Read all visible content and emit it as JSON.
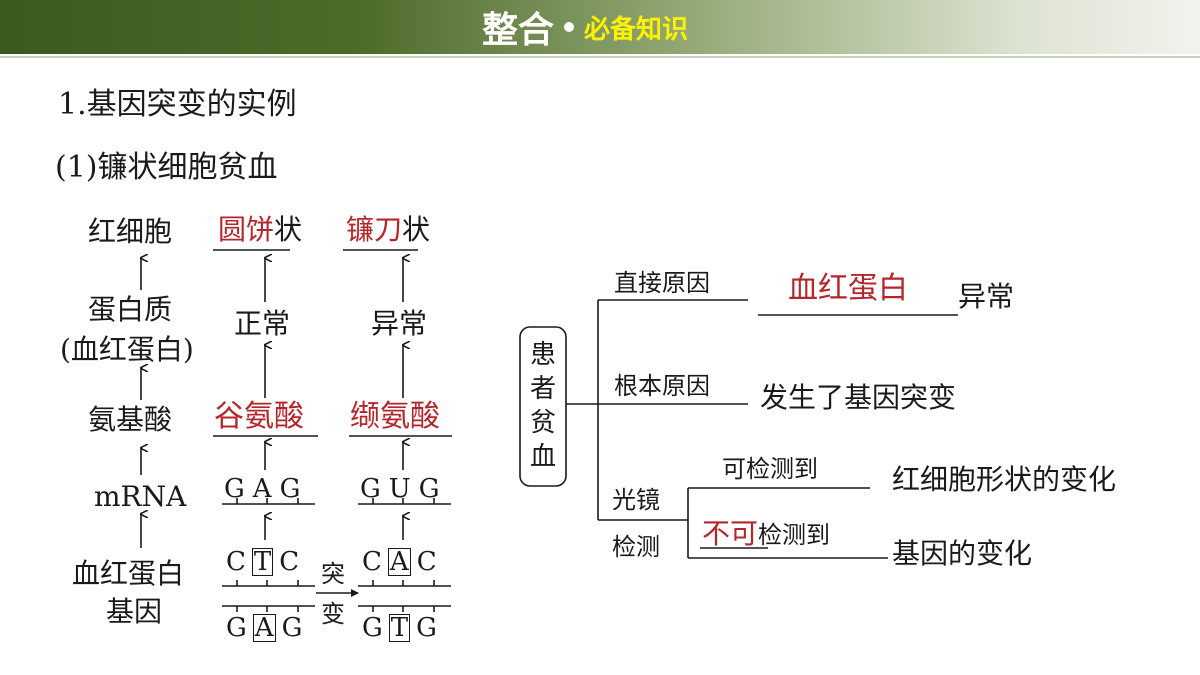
{
  "header": {
    "main": "整合",
    "sub": "必备知识"
  },
  "heading1": "1.基因突变的实例",
  "heading2": "(1)镰状细胞贫血",
  "left": {
    "col1": {
      "r1": "红细胞",
      "r2a": "蛋白质",
      "r2b": "(血红蛋白)",
      "r3": "氨基酸",
      "r4": "mRNA",
      "r5a": "血红蛋白",
      "r5b": "基因"
    },
    "col2": {
      "shape": "圆饼",
      "shape_suffix": "状",
      "protein": "正常",
      "amino": "谷氨酸",
      "mrna": [
        "G",
        "A",
        "G"
      ],
      "dna_top": [
        "C",
        "T",
        "C"
      ],
      "dna_bottom": [
        "G",
        "A",
        "G"
      ]
    },
    "mutation_label": [
      "突",
      "变"
    ],
    "col3": {
      "shape": "镰刀",
      "shape_suffix": "状",
      "protein": "异常",
      "amino": "缬氨酸",
      "mrna": [
        "G",
        "U",
        "G"
      ],
      "dna_top": [
        "C",
        "A",
        "C"
      ],
      "dna_bottom": [
        "G",
        "T",
        "G"
      ]
    }
  },
  "right": {
    "patient": [
      "患",
      "者",
      "贫",
      "血"
    ],
    "direct_cause_label": "直接原因",
    "direct_cause_value": "血红蛋白",
    "direct_cause_suffix": "异常",
    "root_cause_label": "根本原因",
    "root_cause_value": "发生了基因突变",
    "microscope_label": [
      "光镜",
      "检测"
    ],
    "detectable_label": "可检测到",
    "detectable_value": "红细胞形状的变化",
    "undetectable_prefix": "不可",
    "undetectable_label": "检测到",
    "undetectable_value": "基因的变化"
  }
}
